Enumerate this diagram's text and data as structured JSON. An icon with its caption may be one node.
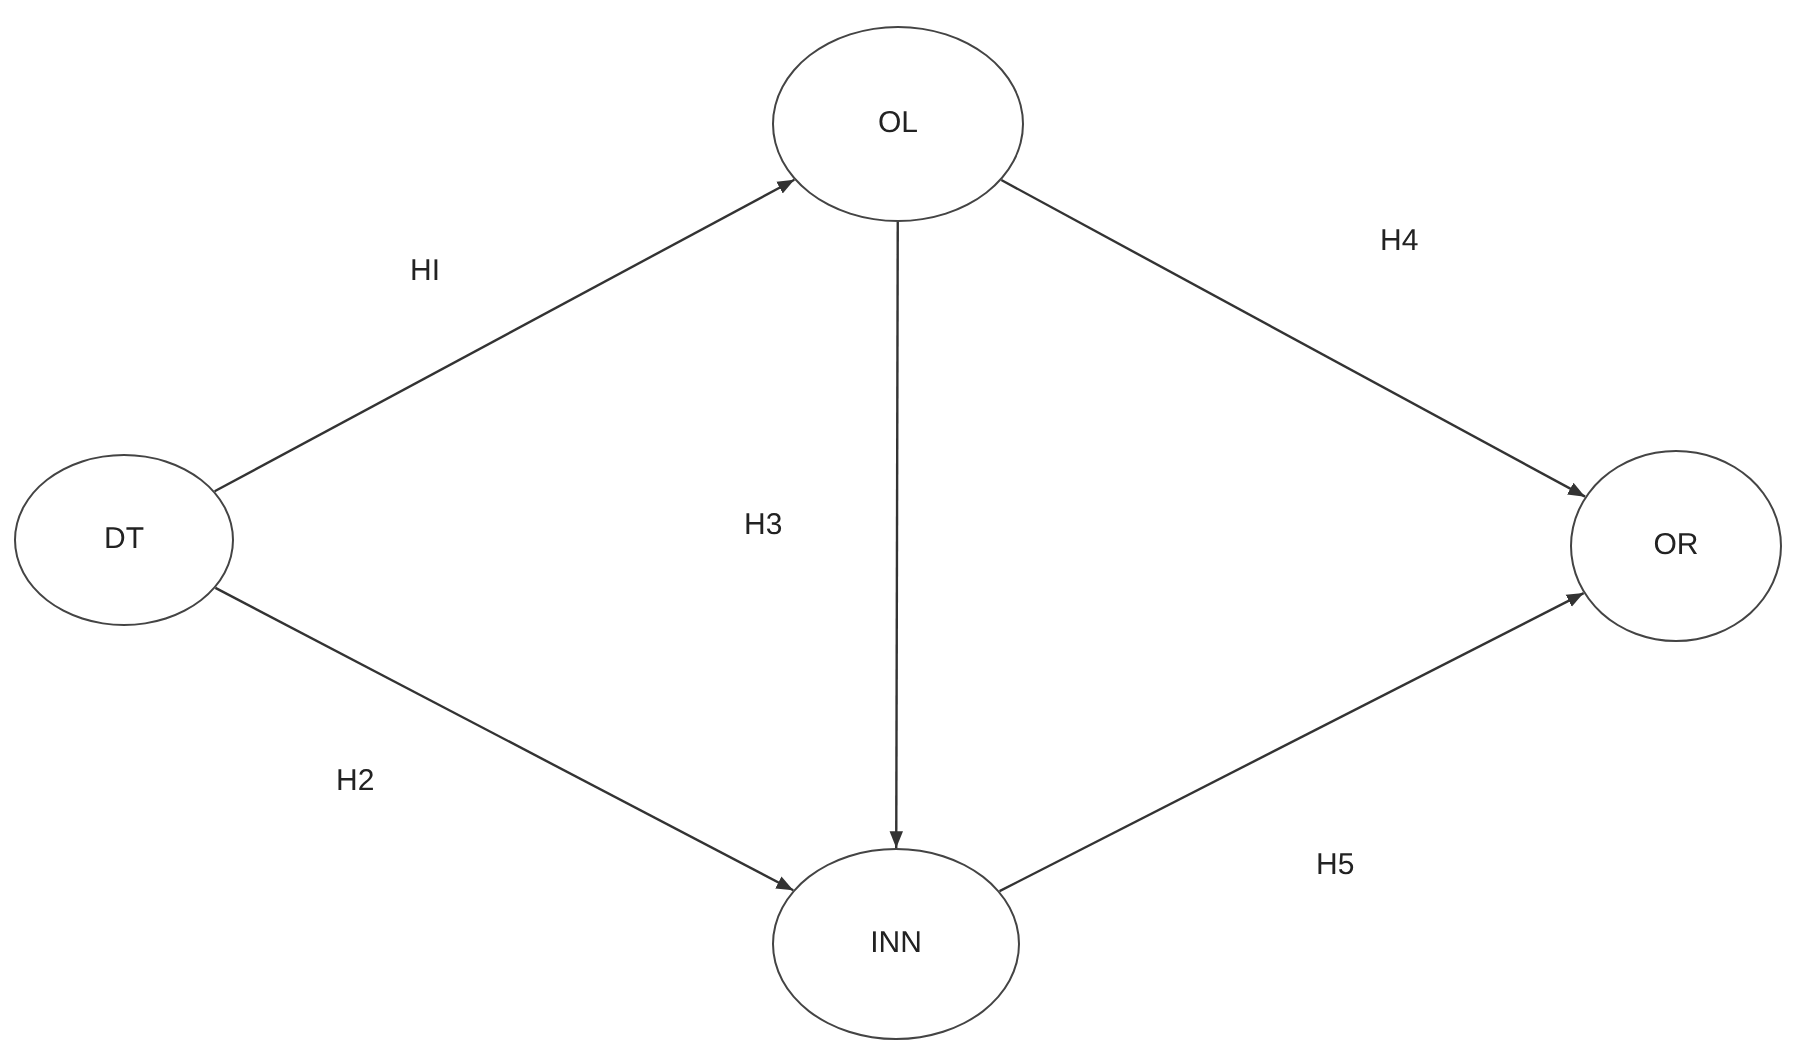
{
  "diagram": {
    "nodes": [
      {
        "text": [
          "DT"
        ]
      },
      {
        "text": [
          "OL"
        ]
      },
      {
        "text": [
          "INN"
        ]
      },
      {
        "text": [
          "OR"
        ]
      }
    ],
    "edges": [
      {
        "from": 0,
        "to": 1,
        "arrow": "to",
        "label": "HI"
      },
      {
        "from": 0,
        "to": 2,
        "arrow": "to",
        "label": "H2"
      },
      {
        "from": 1,
        "to": 2,
        "arrow": "to",
        "label": "H3"
      },
      {
        "from": 1,
        "to": 3,
        "arrow": "to",
        "label": "H4"
      },
      {
        "from": 2,
        "to": 3,
        "arrow": "to",
        "label": "H5"
      }
    ]
  }
}
